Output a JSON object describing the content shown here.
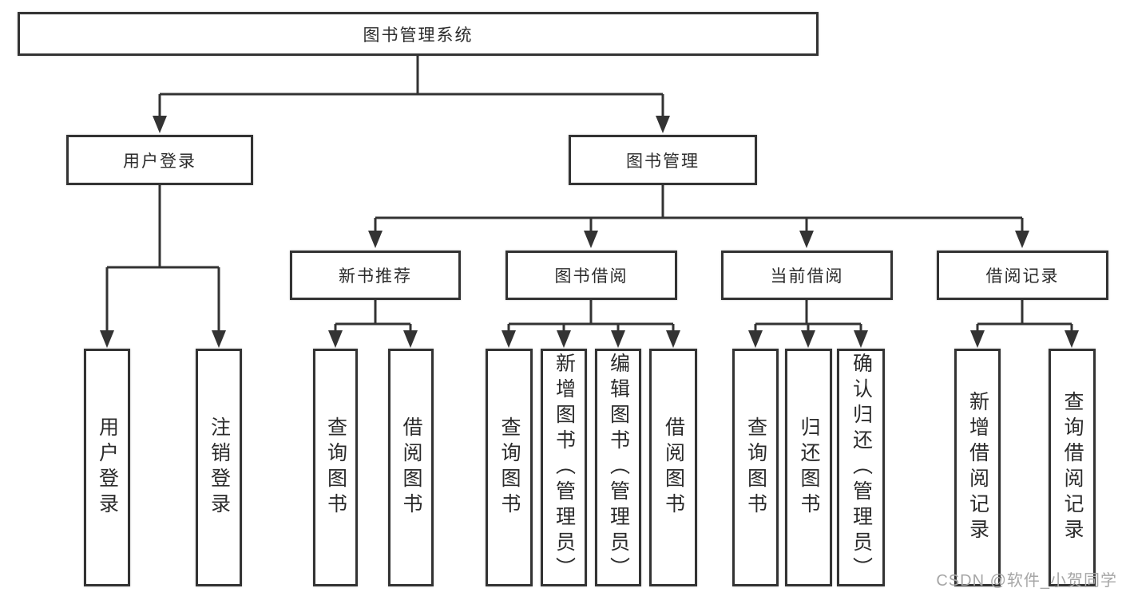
{
  "colors": {
    "background": "#ffffff",
    "line": "#333333",
    "box_border": "#333333",
    "text": "#2b2b2b",
    "watermark": "#a6a6a6"
  },
  "watermark": "CSDN @软件_小贺同学",
  "diagram": {
    "root": "图书管理系统",
    "branches": [
      {
        "label": "用户登录",
        "children": [
          "用户登录",
          "注销登录"
        ]
      },
      {
        "label": "图书管理",
        "groups": [
          {
            "label": "新书推荐",
            "children": [
              "查询图书",
              "借阅图书"
            ]
          },
          {
            "label": "图书借阅",
            "children": [
              "查询图书",
              "新增图书（管理员）",
              "编辑图书（管理员）",
              "借阅图书"
            ]
          },
          {
            "label": "当前借阅",
            "children": [
              "查询图书",
              "归还图书",
              "确认归还（管理员）"
            ]
          },
          {
            "label": "借阅记录",
            "children": [
              "新增借阅记录",
              "查询借阅记录"
            ]
          }
        ]
      }
    ]
  }
}
